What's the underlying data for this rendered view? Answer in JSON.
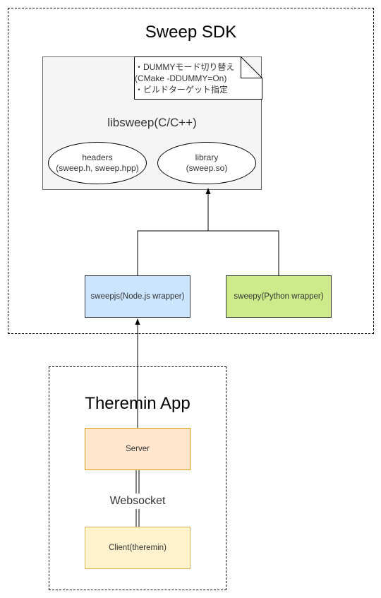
{
  "sdk": {
    "title": "Sweep SDK",
    "libsweep": {
      "label": "libsweep(C/C++)",
      "note": {
        "lines": [
          "・DUMMYモード切り替え",
          "(CMake -DDUMMY=On)",
          "・ビルドターゲット指定"
        ]
      },
      "headers": {
        "line1": "headers",
        "line2": "(sweep.h, sweep.hpp)"
      },
      "library": {
        "line1": "library",
        "line2": "(sweep.so)"
      }
    },
    "sweepjs": {
      "label": "sweepjs(Node.js wrapper)",
      "fill": "#cce5ff",
      "stroke": "#36393d"
    },
    "sweepy": {
      "label": "sweepy(Python wrapper)",
      "fill": "#cdeb8b",
      "stroke": "#36393d"
    }
  },
  "theremin": {
    "title": "Theremin App",
    "server": {
      "label": "Server",
      "fill": "#ffe6cc",
      "stroke": "#d79b00"
    },
    "websocket_label": "Websocket",
    "client": {
      "label": "Client(theremin)",
      "fill": "#fff2cc",
      "stroke": "#d6b656"
    }
  }
}
